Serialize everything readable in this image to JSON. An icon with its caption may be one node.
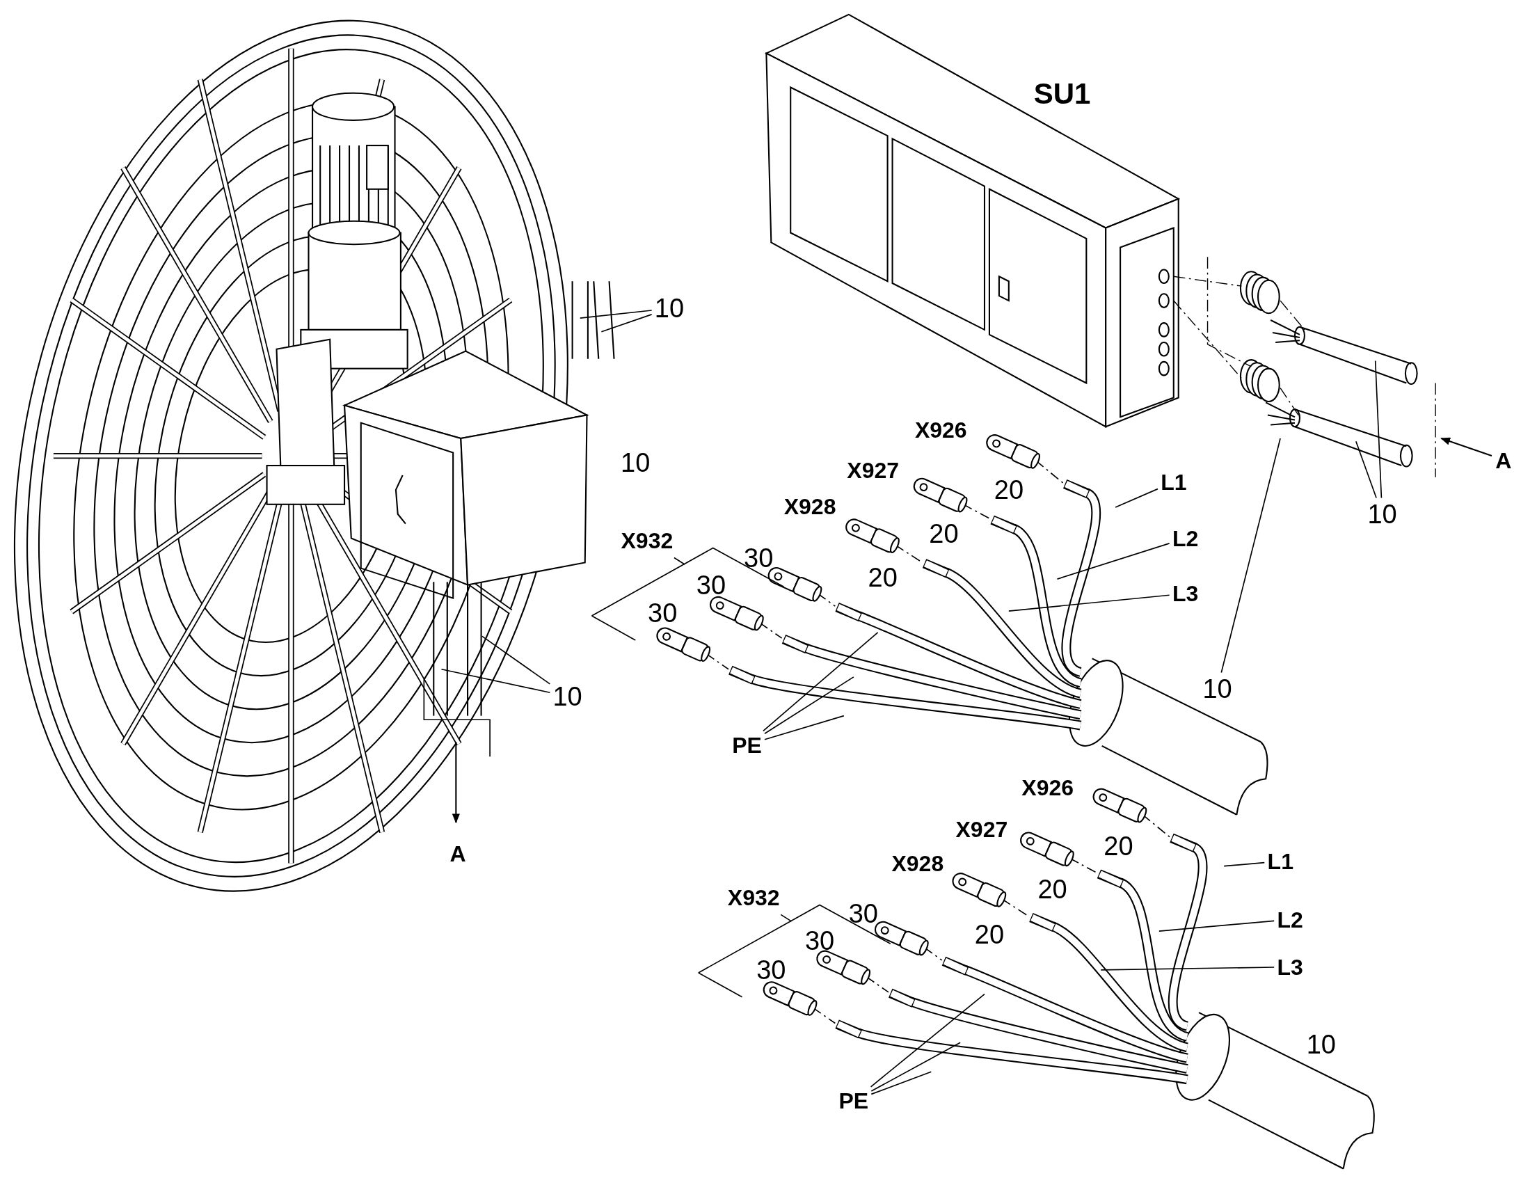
{
  "diagram": {
    "nodes": [
      {
        "text": [
          "10"
        ]
      },
      {
        "text": [
          "10"
        ]
      },
      {
        "text": [
          "10"
        ]
      },
      {
        "text": [
          "10"
        ]
      },
      {
        "text": [
          "L1"
        ]
      },
      {
        "text": [
          "L2"
        ]
      },
      {
        "text": [
          "L3"
        ]
      },
      {
        "text": [
          "PE"
        ]
      },
      {
        "text": [
          "L1"
        ]
      },
      {
        "text": [
          "L2"
        ]
      },
      {
        "text": [
          "L3"
        ]
      },
      {
        "text": [
          "PE"
        ]
      }
    ],
    "edges": [
      {
        "from": 0,
        "to": null,
        "arrow": "none"
      },
      {
        "from": 0,
        "to": null,
        "arrow": "none"
      },
      {
        "from": 1,
        "to": null,
        "arrow": "none"
      },
      {
        "from": 1,
        "to": null,
        "arrow": "none"
      },
      {
        "from": 2,
        "to": null,
        "arrow": "none"
      },
      {
        "from": 2,
        "to": null,
        "arrow": "none"
      },
      {
        "from": 3,
        "to": null,
        "arrow": "none"
      },
      {
        "from": 4,
        "to": null,
        "arrow": "none"
      },
      {
        "from": 5,
        "to": null,
        "arrow": "none"
      },
      {
        "from": 6,
        "to": null,
        "arrow": "none"
      },
      {
        "from": 7,
        "to": null,
        "arrow": "none"
      },
      {
        "from": 7,
        "to": null,
        "arrow": "none"
      },
      {
        "from": 7,
        "to": null,
        "arrow": "none"
      },
      {
        "from": 8,
        "to": null,
        "arrow": "none"
      },
      {
        "from": 9,
        "to": null,
        "arrow": "none"
      },
      {
        "from": 10,
        "to": null,
        "arrow": "none"
      },
      {
        "from": 11,
        "to": null,
        "arrow": "none"
      },
      {
        "from": 11,
        "to": null,
        "arrow": "none"
      },
      {
        "from": 11,
        "to": null,
        "arrow": "none"
      }
    ],
    "labels": [
      "SU1",
      "10",
      "A",
      "X926",
      "20",
      "X927",
      "20",
      "X928",
      "20",
      "X932",
      "30",
      "30",
      "30",
      "A",
      "X926",
      "20",
      "X927",
      "20",
      "X928",
      "20",
      "X932",
      "30",
      "30",
      "30",
      "10"
    ]
  }
}
